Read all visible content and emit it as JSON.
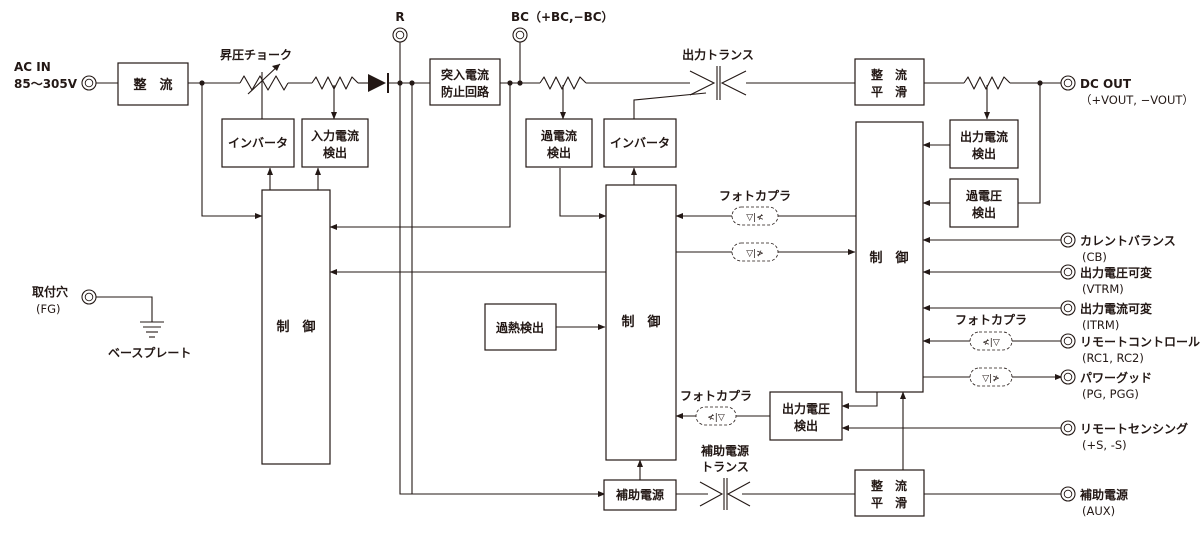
{
  "terminals": {
    "ac_in": "AC IN",
    "ac_range": "85～305V",
    "r": "R",
    "bc": "BC（+BC,−BC）",
    "dc_out": "DC OUT",
    "dc_out_sub": "（+VOUT, −VOUT）",
    "fg": "取付穴",
    "fg_sub": "(FG)",
    "base_plate": "ベースプレート",
    "cb": "カレントバランス",
    "cb_sub": "(CB)",
    "vtrm": "出力電圧可変",
    "vtrm_sub": "(VTRM)",
    "itrm": "出力電流可変",
    "itrm_sub": "(ITRM)",
    "rc": "リモートコントロール",
    "rc_sub": "(RC1, RC2)",
    "pg": "パワーグッド",
    "pg_sub": "(PG, PGG)",
    "sense": "リモートセンシング",
    "sense_sub": "(+S, -S)",
    "aux": "補助電源",
    "aux_sub": "(AUX)"
  },
  "labels": {
    "boost_choke": "昇圧チョーク",
    "output_transformer": "出力トランス",
    "aux_transformer_1": "補助電源",
    "aux_transformer_2": "トランス",
    "photocoupler_top": "フォトカプラ",
    "photocoupler_mid": "フォトカプラ",
    "photocoupler_bottom": "フォトカプラ"
  },
  "blocks": {
    "rectifier_in": "整　流",
    "inverter_1": "インバータ",
    "input_current_1": "入力電流",
    "input_current_2": "検出",
    "inrush_1": "突入電流",
    "inrush_2": "防止回路",
    "overcurrent_1": "過電流",
    "overcurrent_2": "検出",
    "inverter_2": "インバータ",
    "rect_smooth_out_1": "整　流",
    "rect_smooth_out_2": "平　滑",
    "output_current_1": "出力電流",
    "output_current_2": "検出",
    "overvoltage_1": "過電圧",
    "overvoltage_2": "検出",
    "control_1": "制　御",
    "control_2": "制　御",
    "control_3": "制　御",
    "overheat": "過熱検出",
    "output_voltage_1": "出力電圧",
    "output_voltage_2": "検出",
    "aux_power": "補助電源",
    "rect_smooth_aux_1": "整　流",
    "rect_smooth_aux_2": "平　滑"
  }
}
